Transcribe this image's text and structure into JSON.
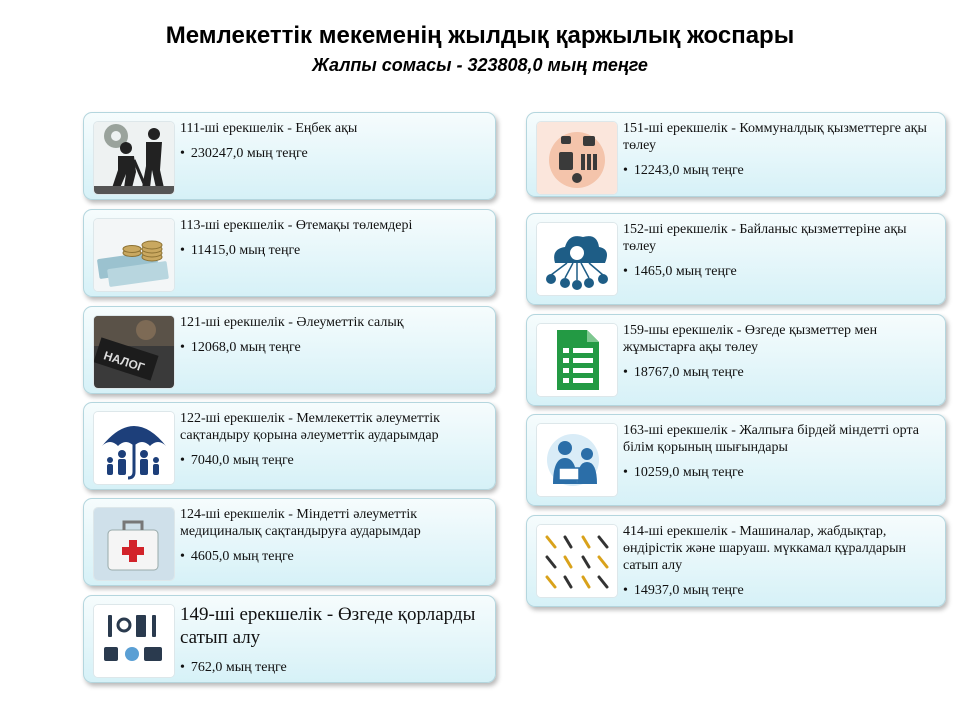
{
  "header": {
    "title": "Мемлекеттік мекеменің жылдық қаржылық жоспары",
    "subtitle": "Жалпы сомасы - 323808,0 мың теңге"
  },
  "left_cards": [
    {
      "code_title": "111-ші ерекшелік  - Еңбек ақы",
      "amount": "230247,0   мың теңге",
      "icon": "workers-icon"
    },
    {
      "code_title": "113-ші ерекшелік   - Өтемақы  төлемдері",
      "amount": "11415,0   мың теңге",
      "icon": "coins-icon"
    },
    {
      "code_title": "121-ші ерекшелік  - Әлеуметтік салық",
      "amount": "12068,0 мың теңге",
      "icon": "tax-icon"
    },
    {
      "code_title": "122-ші ерекшелік  - Мемлекеттік әлеуметтік сақтандыру  қорына әлеуметтік аударымдар",
      "amount": "7040,0  мың теңге",
      "icon": "umbrella-family-icon"
    },
    {
      "code_title": "124-ші ерекшелік  - Міндетті  әлеуметтік медициналық  сақтандыруға  аударымдар",
      "amount": "4605,0  мың теңге",
      "icon": "medkit-icon"
    },
    {
      "code_title": "149-ші ерекшелік - Өзгеде қорларды сатып алу",
      "amount": "762,0  мың теңге",
      "icon": "office-tools-icon"
    }
  ],
  "right_cards": [
    {
      "code_title": "151-ші ерекшелік  - Коммуналдық қызметтерге  ақы  төлеу",
      "amount": "12243,0  мың теңге",
      "icon": "utilities-icon"
    },
    {
      "code_title": "152-ші ерекшелік  - Байланыс қызметтеріне  ақы  төлеу",
      "amount": "1465,0  мың теңге",
      "icon": "cloud-network-icon"
    },
    {
      "code_title": "159-шы ерекшелік  - Өзгеде қызметтер  мен жұмыстарға  ақы  төлеу",
      "amount": "18767,0  мың теңге",
      "icon": "document-icon"
    },
    {
      "code_title": "163-ші ерекшелік  - Жалпыға  бірдей міндетті  орта  білім  қорының  шығындары",
      "amount": "10259,0  мың теңге",
      "icon": "education-icon"
    },
    {
      "code_title": "414-ші ерекшелік  - Машиналар, жабдықтар,  өндірістік  және  шаруаш. мүккамал  құралдарын  сатып  алу",
      "amount": "14937,0  мың теңге",
      "icon": "tools-icon"
    }
  ]
}
